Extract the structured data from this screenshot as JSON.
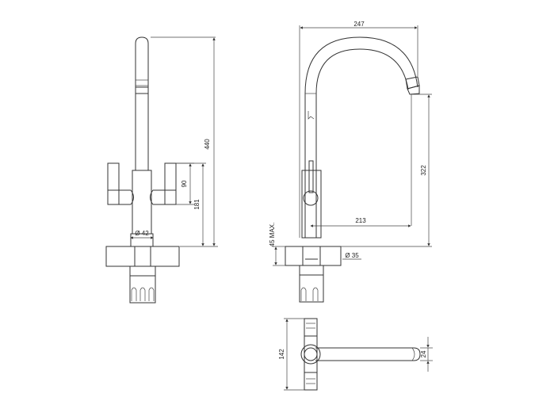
{
  "drawing": {
    "title": "Kitchen mixer tap technical drawing",
    "views": {
      "front": {
        "dimensions": {
          "total_height": "440",
          "lever_height": "90",
          "body_height": "181",
          "base_diameter": "Ø 42"
        }
      },
      "side": {
        "dimensions": {
          "reach_width": "247",
          "spout_height": "322",
          "spout_projection": "213",
          "deck_thickness": "45 MAX.",
          "hole_diameter": "Ø 35"
        }
      },
      "top": {
        "dimensions": {
          "handle_span": "142",
          "spout_width": "24"
        }
      }
    }
  }
}
